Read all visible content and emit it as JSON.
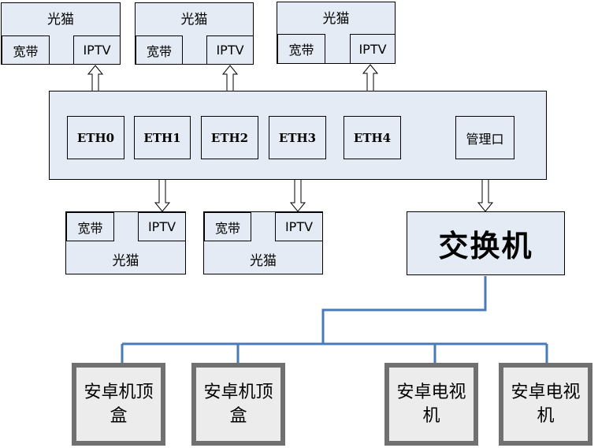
{
  "modems_top": [
    {
      "title": "光猫",
      "broadband": "宽带",
      "iptv": "IPTV"
    },
    {
      "title": "光猫",
      "broadband": "宽带",
      "iptv": "IPTV"
    },
    {
      "title": "光猫",
      "broadband": "宽带",
      "iptv": "IPTV"
    }
  ],
  "modems_bottom": [
    {
      "title": "光猫",
      "broadband": "宽带",
      "iptv": "IPTV"
    },
    {
      "title": "光猫",
      "broadband": "宽带",
      "iptv": "IPTV"
    }
  ],
  "router_ports": [
    "ETH0",
    "ETH1",
    "ETH2",
    "ETH3",
    "ETH4",
    "管理口"
  ],
  "switch_label": "交换机",
  "devices": [
    "安卓机顶盒",
    "安卓机顶盒",
    "安卓电视机",
    "安卓电视机"
  ]
}
